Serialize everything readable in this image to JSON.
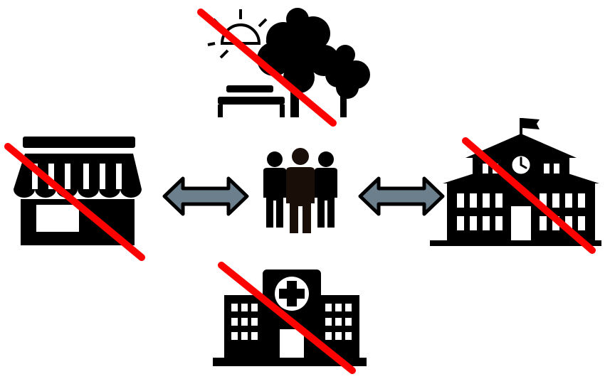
{
  "diagram": {
    "center": {
      "icon": "group-of-people-icon"
    },
    "places": [
      {
        "icon": "park-icon",
        "status": "crossed-out"
      },
      {
        "icon": "store-icon",
        "status": "crossed-out"
      },
      {
        "icon": "school-icon",
        "status": "crossed-out"
      },
      {
        "icon": "hospital-icon",
        "status": "crossed-out"
      }
    ],
    "connectors": [
      {
        "icon": "double-arrow-icon",
        "between": [
          "store-icon",
          "group-of-people-icon"
        ]
      },
      {
        "icon": "double-arrow-icon",
        "between": [
          "group-of-people-icon",
          "school-icon"
        ]
      }
    ]
  },
  "colors": {
    "icon": "#000000",
    "cross_line": "#ff0000",
    "arrow_fill": "#6b7f8c",
    "arrow_outline": "#000000",
    "background": "#ffffff"
  }
}
